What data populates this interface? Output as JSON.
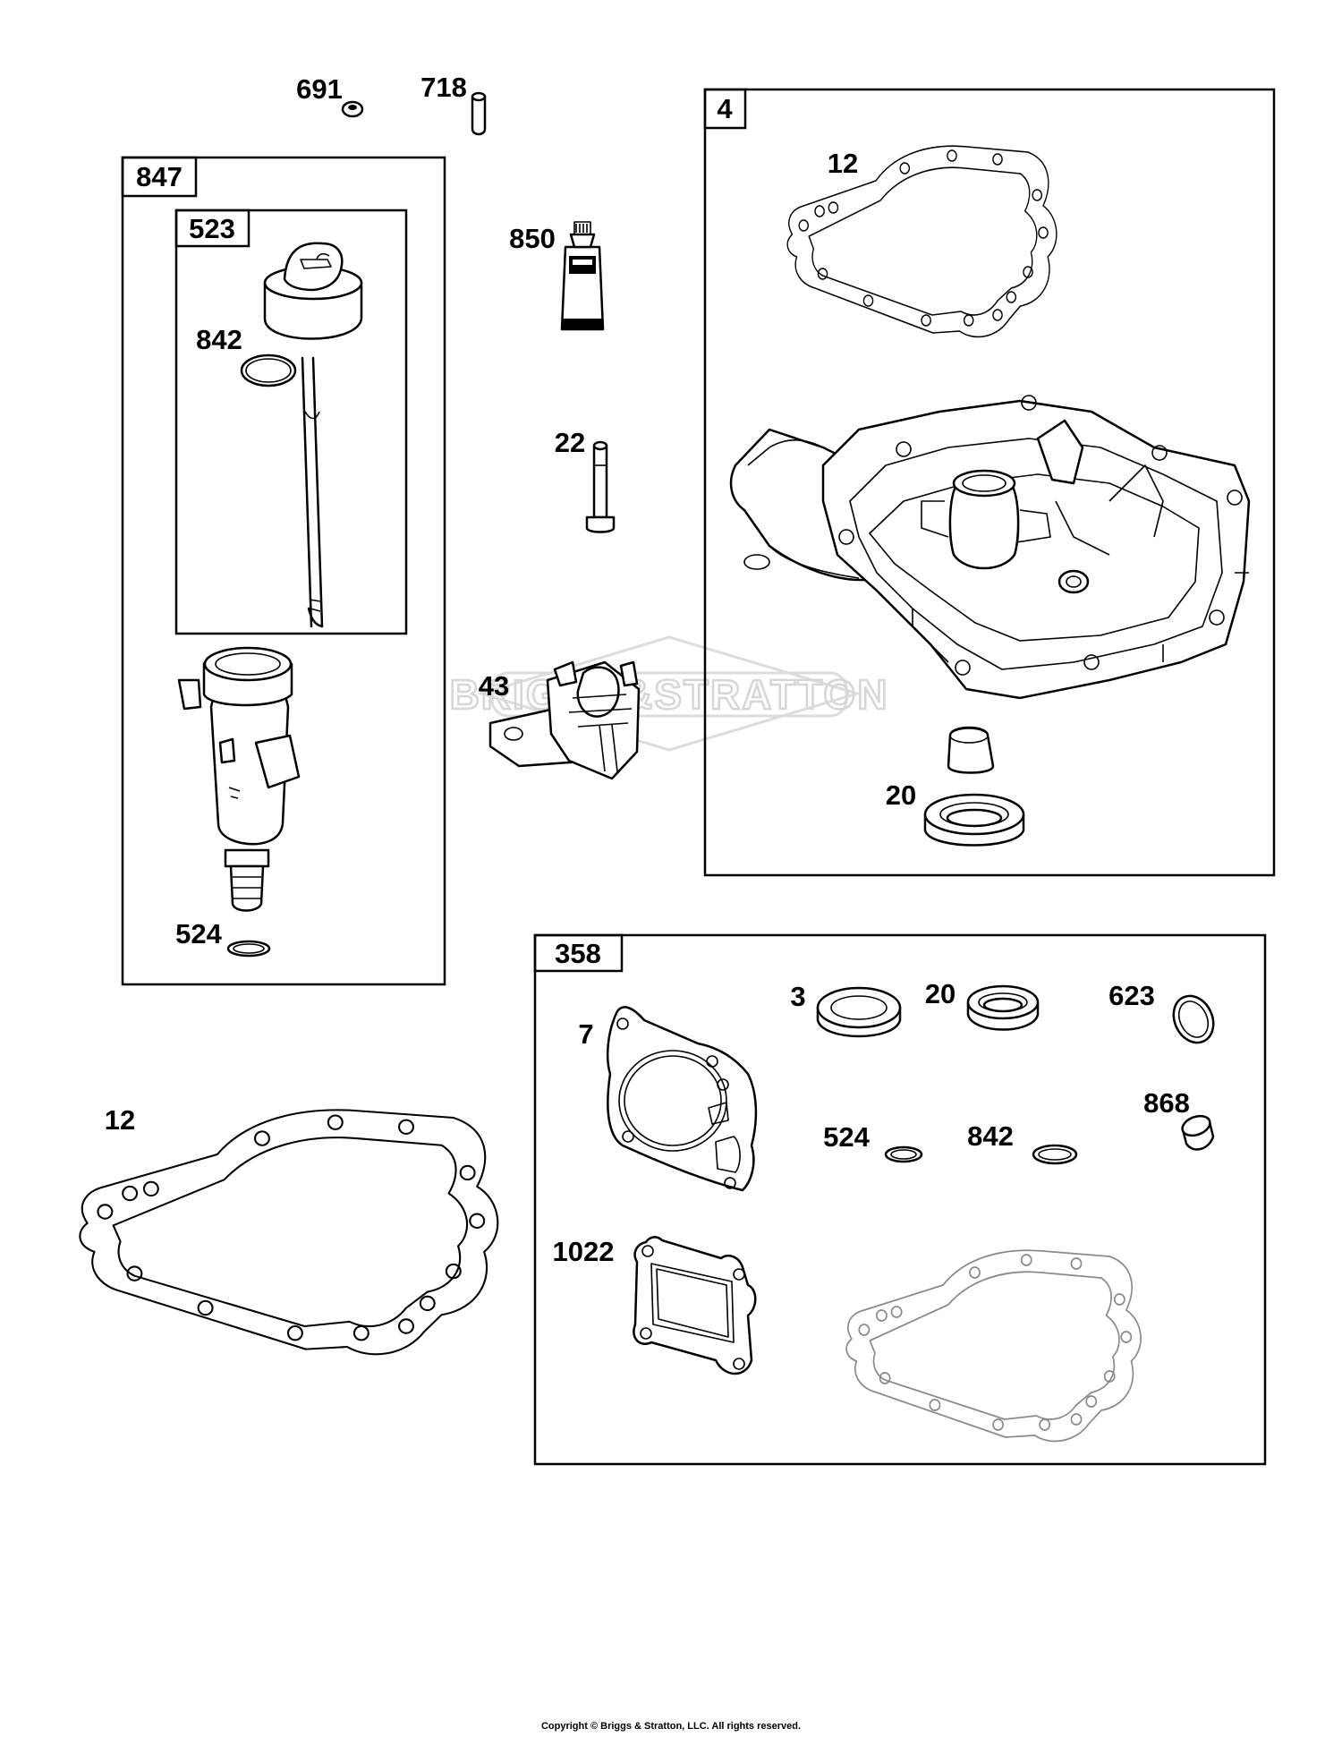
{
  "watermark": {
    "brand_text": "BRIGGS&STRATTON"
  },
  "copyright": "Copyright © Briggs & Stratton, LLC. All rights reserved.",
  "kits": {
    "k847": "847",
    "k523": "523",
    "k4": "4",
    "k358": "358"
  },
  "labels": {
    "p691": "691",
    "p718": "718",
    "p850": "850",
    "p22": "22",
    "p43": "43",
    "p842a": "842",
    "p524a": "524",
    "p12a": "12",
    "p20a": "20",
    "p12b": "12",
    "p3": "3",
    "p20b": "20",
    "p623": "623",
    "p7": "7",
    "p868": "868",
    "p524b": "524",
    "p842b": "842",
    "p1022": "1022"
  }
}
